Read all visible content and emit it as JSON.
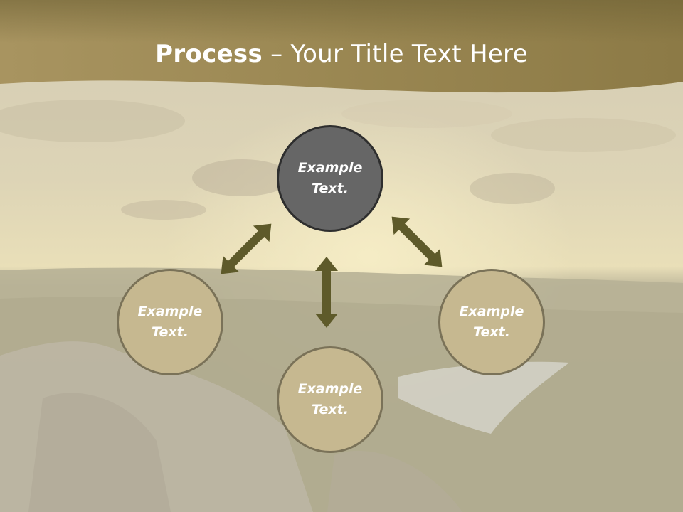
{
  "slide": {
    "title_bold": "Process",
    "title_rest": " – Your Title Text Here"
  },
  "diagram": {
    "nodes": [
      {
        "id": "top",
        "label": "Example\nText."
      },
      {
        "id": "left",
        "label": "Example\nText."
      },
      {
        "id": "bottom",
        "label": "Example\nText."
      },
      {
        "id": "right",
        "label": "Example\nText."
      }
    ]
  },
  "colors": {
    "header": "#9c8a55",
    "arrow": "#5e5a2a",
    "node_dark": "#666666",
    "node_light": "#c6b890"
  },
  "icons": [
    "double-arrow-icon"
  ]
}
